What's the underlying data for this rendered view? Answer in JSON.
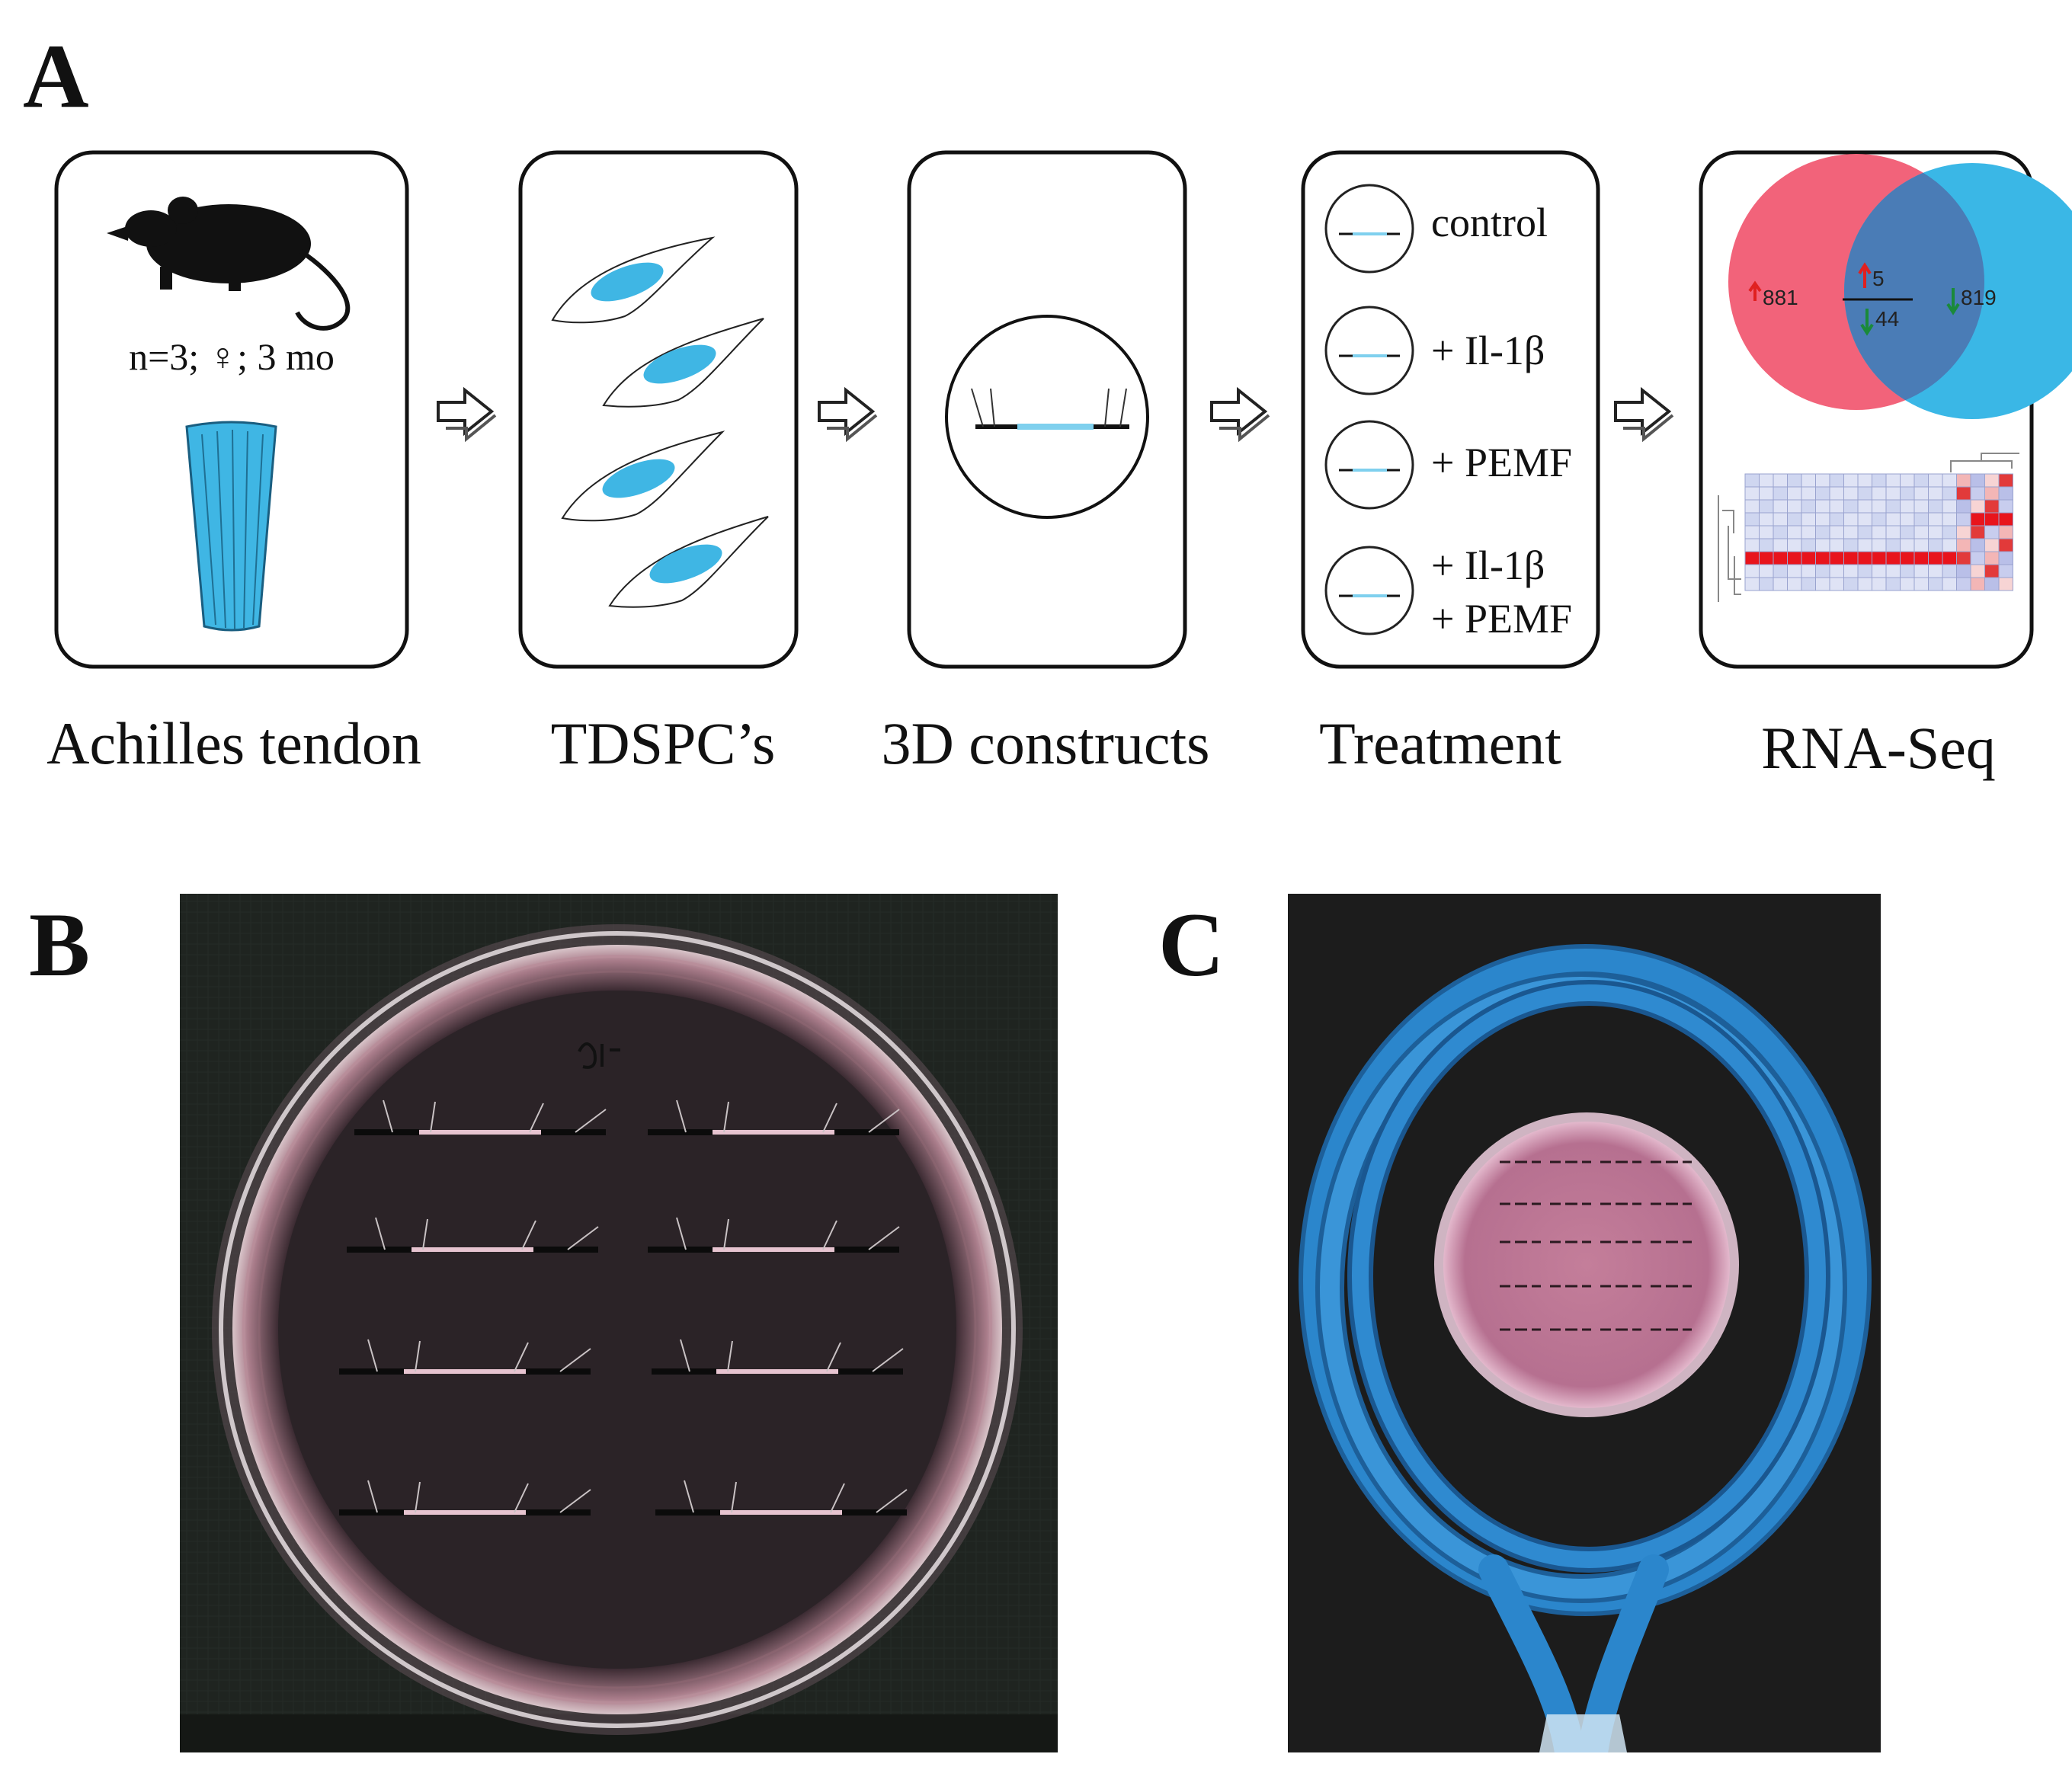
{
  "panel_labels": {
    "a": "A",
    "b": "B",
    "c": "C"
  },
  "workflow": {
    "step1": {
      "caption": "Achilles tendon",
      "sample_text": "n=3; ♀; 3 mo",
      "icon": "mouse-icon"
    },
    "step2": {
      "caption": "TDSPC’s"
    },
    "step3": {
      "caption": "3D constructs"
    },
    "step4": {
      "caption": "Treatment",
      "conditions": [
        "control",
        "+ Il-1β",
        "+ PEMF",
        "+ Il-1β",
        "+ PEMF"
      ]
    },
    "step5": {
      "caption": "RNA-Seq",
      "venn": {
        "left_value": "881",
        "overlap_up": "5",
        "overlap_down": "44",
        "right_value": "819"
      }
    }
  },
  "colors": {
    "cell_blue": "#3fb6e4",
    "venn_left": "#f2637a",
    "venn_right": "#3ab7e6",
    "up_arrow": "#e02020",
    "down_arrow": "#1a8a3a",
    "tubing_blue": "#2b7fc4",
    "medium_pink": "#d49aa8"
  }
}
